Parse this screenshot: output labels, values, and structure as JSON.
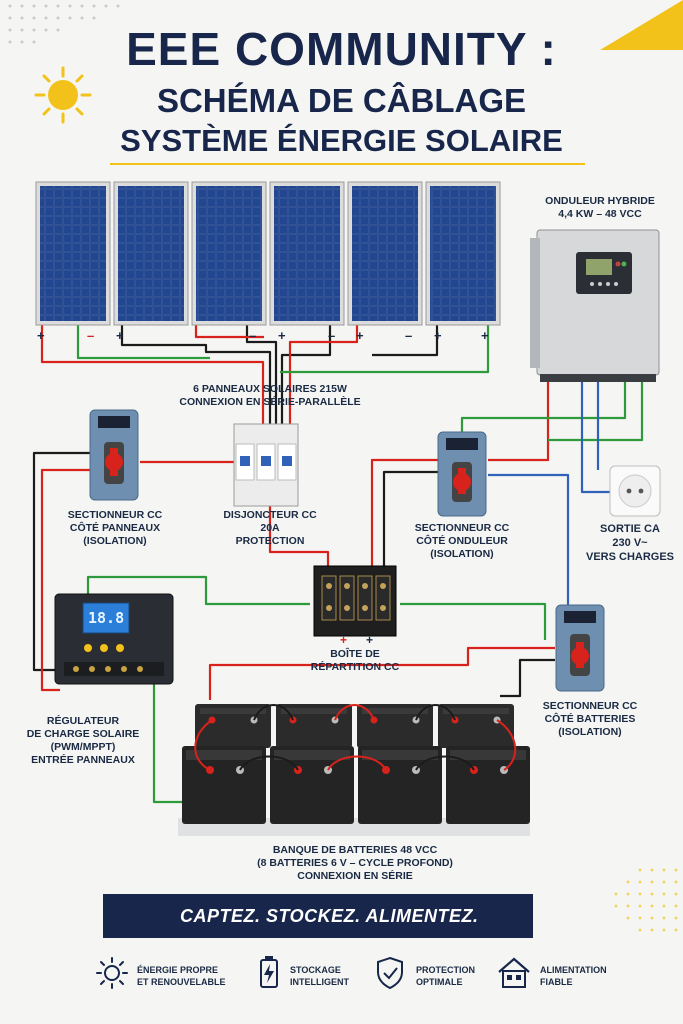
{
  "title": {
    "line1": "EEE COMMUNITY :",
    "line2": "SCHÉMA DE CÂBLAGE",
    "line3": "SYSTÈME ÉNERGIE SOLAIRE"
  },
  "inverter": {
    "line1": "ONDULEUR HYBRIDE",
    "line2": "4,4 KW – 48 VCC"
  },
  "panels": {
    "line1": "6 PANNEAUX SOLAIRES 215W",
    "line2": "CONNEXION EN SÉRIE-PARALLÈLE"
  },
  "disconnect_panels": {
    "line1": "SECTIONNEUR CC",
    "line2": "CÔTÉ PANNEAUX",
    "line3": "(ISOLATION)"
  },
  "breaker": {
    "line1": "DISJONCTEUR CC",
    "line2": "20A",
    "line3": "PROTECTION"
  },
  "disconnect_inverter": {
    "line1": "SECTIONNEUR CC",
    "line2": "CÔTÉ ONDULEUR",
    "line3": "(ISOLATION)"
  },
  "ac_output": {
    "line1": "SORTIE CA",
    "line2": "230 V~",
    "line3": "VERS CHARGES"
  },
  "distribution_box": {
    "line1": "BOÎTE DE",
    "line2": "RÉPARTITION CC"
  },
  "charge_controller": {
    "line1": "RÉGULATEUR",
    "line2": "DE CHARGE SOLAIRE",
    "line3": "(PWM/MPPT)",
    "line4": "ENTRÉE PANNEAUX",
    "display": "18.8"
  },
  "disconnect_batteries": {
    "line1": "SECTIONNEUR CC",
    "line2": "CÔTÉ BATTERIES",
    "line3": "(ISOLATION)"
  },
  "battery_bank": {
    "line1": "BANQUE DE BATTERIES 48 VCC",
    "line2": "(8 BATTERIES 6 V – CYCLE PROFOND)",
    "line3": "CONNEXION EN SÉRIE"
  },
  "banner": {
    "text": "CAPTEZ. STOCKEZ. ALIMENTEZ."
  },
  "features": [
    {
      "icon": "sun-icon",
      "line1": "ÉNERGIE PROPRE",
      "line2": "ET RENOUVELABLE"
    },
    {
      "icon": "battery-icon",
      "line1": "STOCKAGE",
      "line2": "INTELLIGENT"
    },
    {
      "icon": "shield-icon",
      "line1": "PROTECTION",
      "line2": "OPTIMALE"
    },
    {
      "icon": "house-icon",
      "line1": "ALIMENTATION",
      "line2": "FIABLE"
    }
  ],
  "terminal_signs": {
    "plus": "+",
    "minus": "–"
  },
  "colors": {
    "navy": "#17264a",
    "yellow": "#f2c21b",
    "wire_red": "#d8231c",
    "wire_black": "#1b1b1b",
    "wire_green": "#2e9a3c",
    "wire_blue": "#2f62b8"
  }
}
